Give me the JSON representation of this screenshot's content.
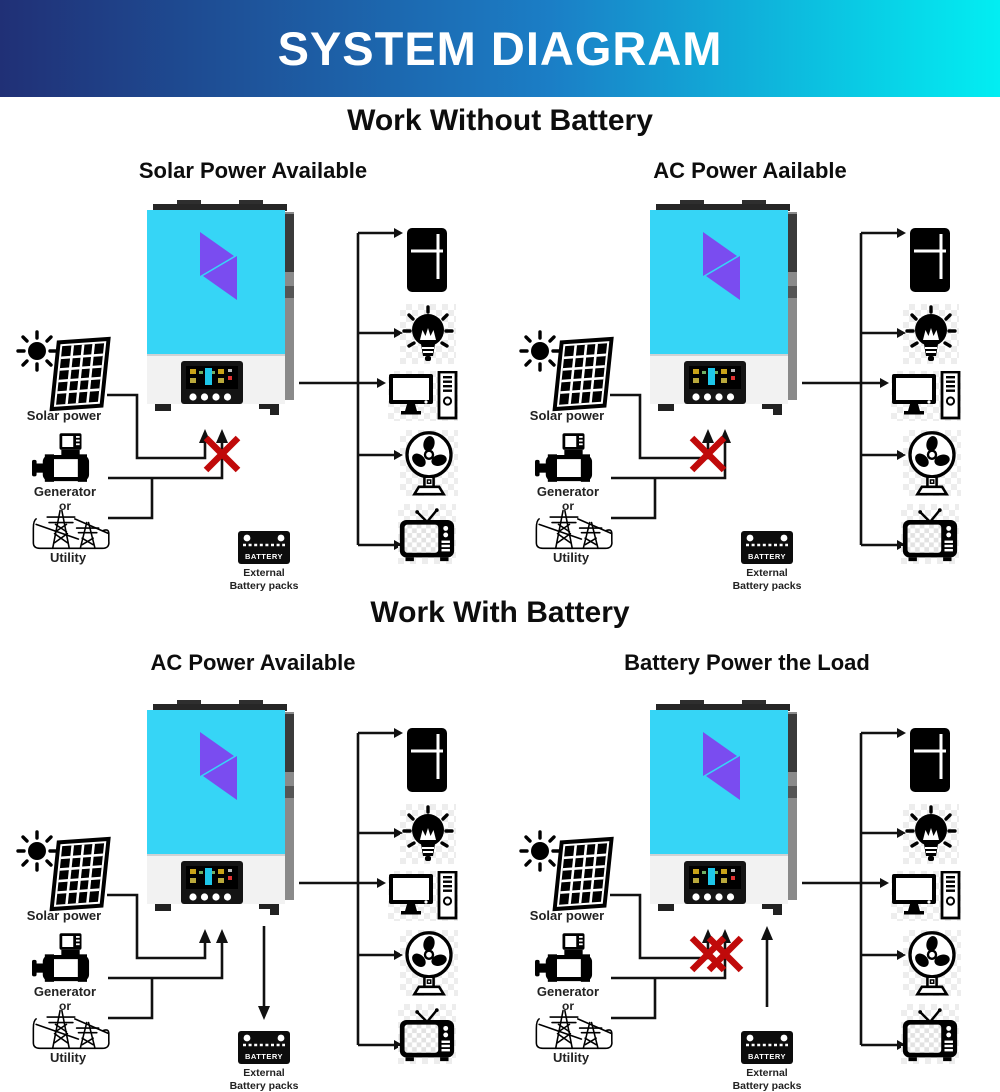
{
  "header": {
    "title": "SYSTEM DIAGRAM"
  },
  "sections": [
    {
      "title": "Work Without Battery",
      "quadrants": [
        {
          "subtitle": "Solar Power Available",
          "solar_input": "active",
          "ac_input": "blocked",
          "battery_flow": "none"
        },
        {
          "subtitle": "AC Power Aailable",
          "solar_input": "blocked",
          "ac_input": "active",
          "battery_flow": "none"
        }
      ]
    },
    {
      "title": "Work With Battery",
      "quadrants": [
        {
          "subtitle": "AC Power Available",
          "solar_input": "active",
          "ac_input": "active",
          "battery_flow": "charge"
        },
        {
          "subtitle": "Battery Power the Load",
          "solar_input": "blocked",
          "ac_input": "blocked",
          "battery_flow": "discharge"
        }
      ]
    }
  ],
  "labels": {
    "solar_power": "Solar power",
    "generator": "Generator",
    "or": "or",
    "utility": "Utility",
    "battery": "BATTERY",
    "external_line1": "External",
    "external_line2": "Battery packs"
  },
  "loads": [
    "refrigerator",
    "light-bulb",
    "computer",
    "fan",
    "television"
  ],
  "icons": [
    "sun-icon",
    "solar-panel-icon",
    "generator-icon",
    "utility-towers-icon",
    "inverter-unit",
    "battery-pack-icon",
    "refrigerator-icon",
    "light-bulb-icon",
    "computer-icon",
    "fan-icon",
    "television-icon",
    "blocked-x-mark"
  ],
  "colors": {
    "header_gradient_left": "#203076",
    "header_gradient_mid": "#1b7ec6",
    "header_gradient_right": "#02eef2",
    "inverter_body": "#36d5f6",
    "inverter_bolt": "#7a4cf0",
    "blocked_x": "#c00a0a",
    "wire": "#111111"
  }
}
